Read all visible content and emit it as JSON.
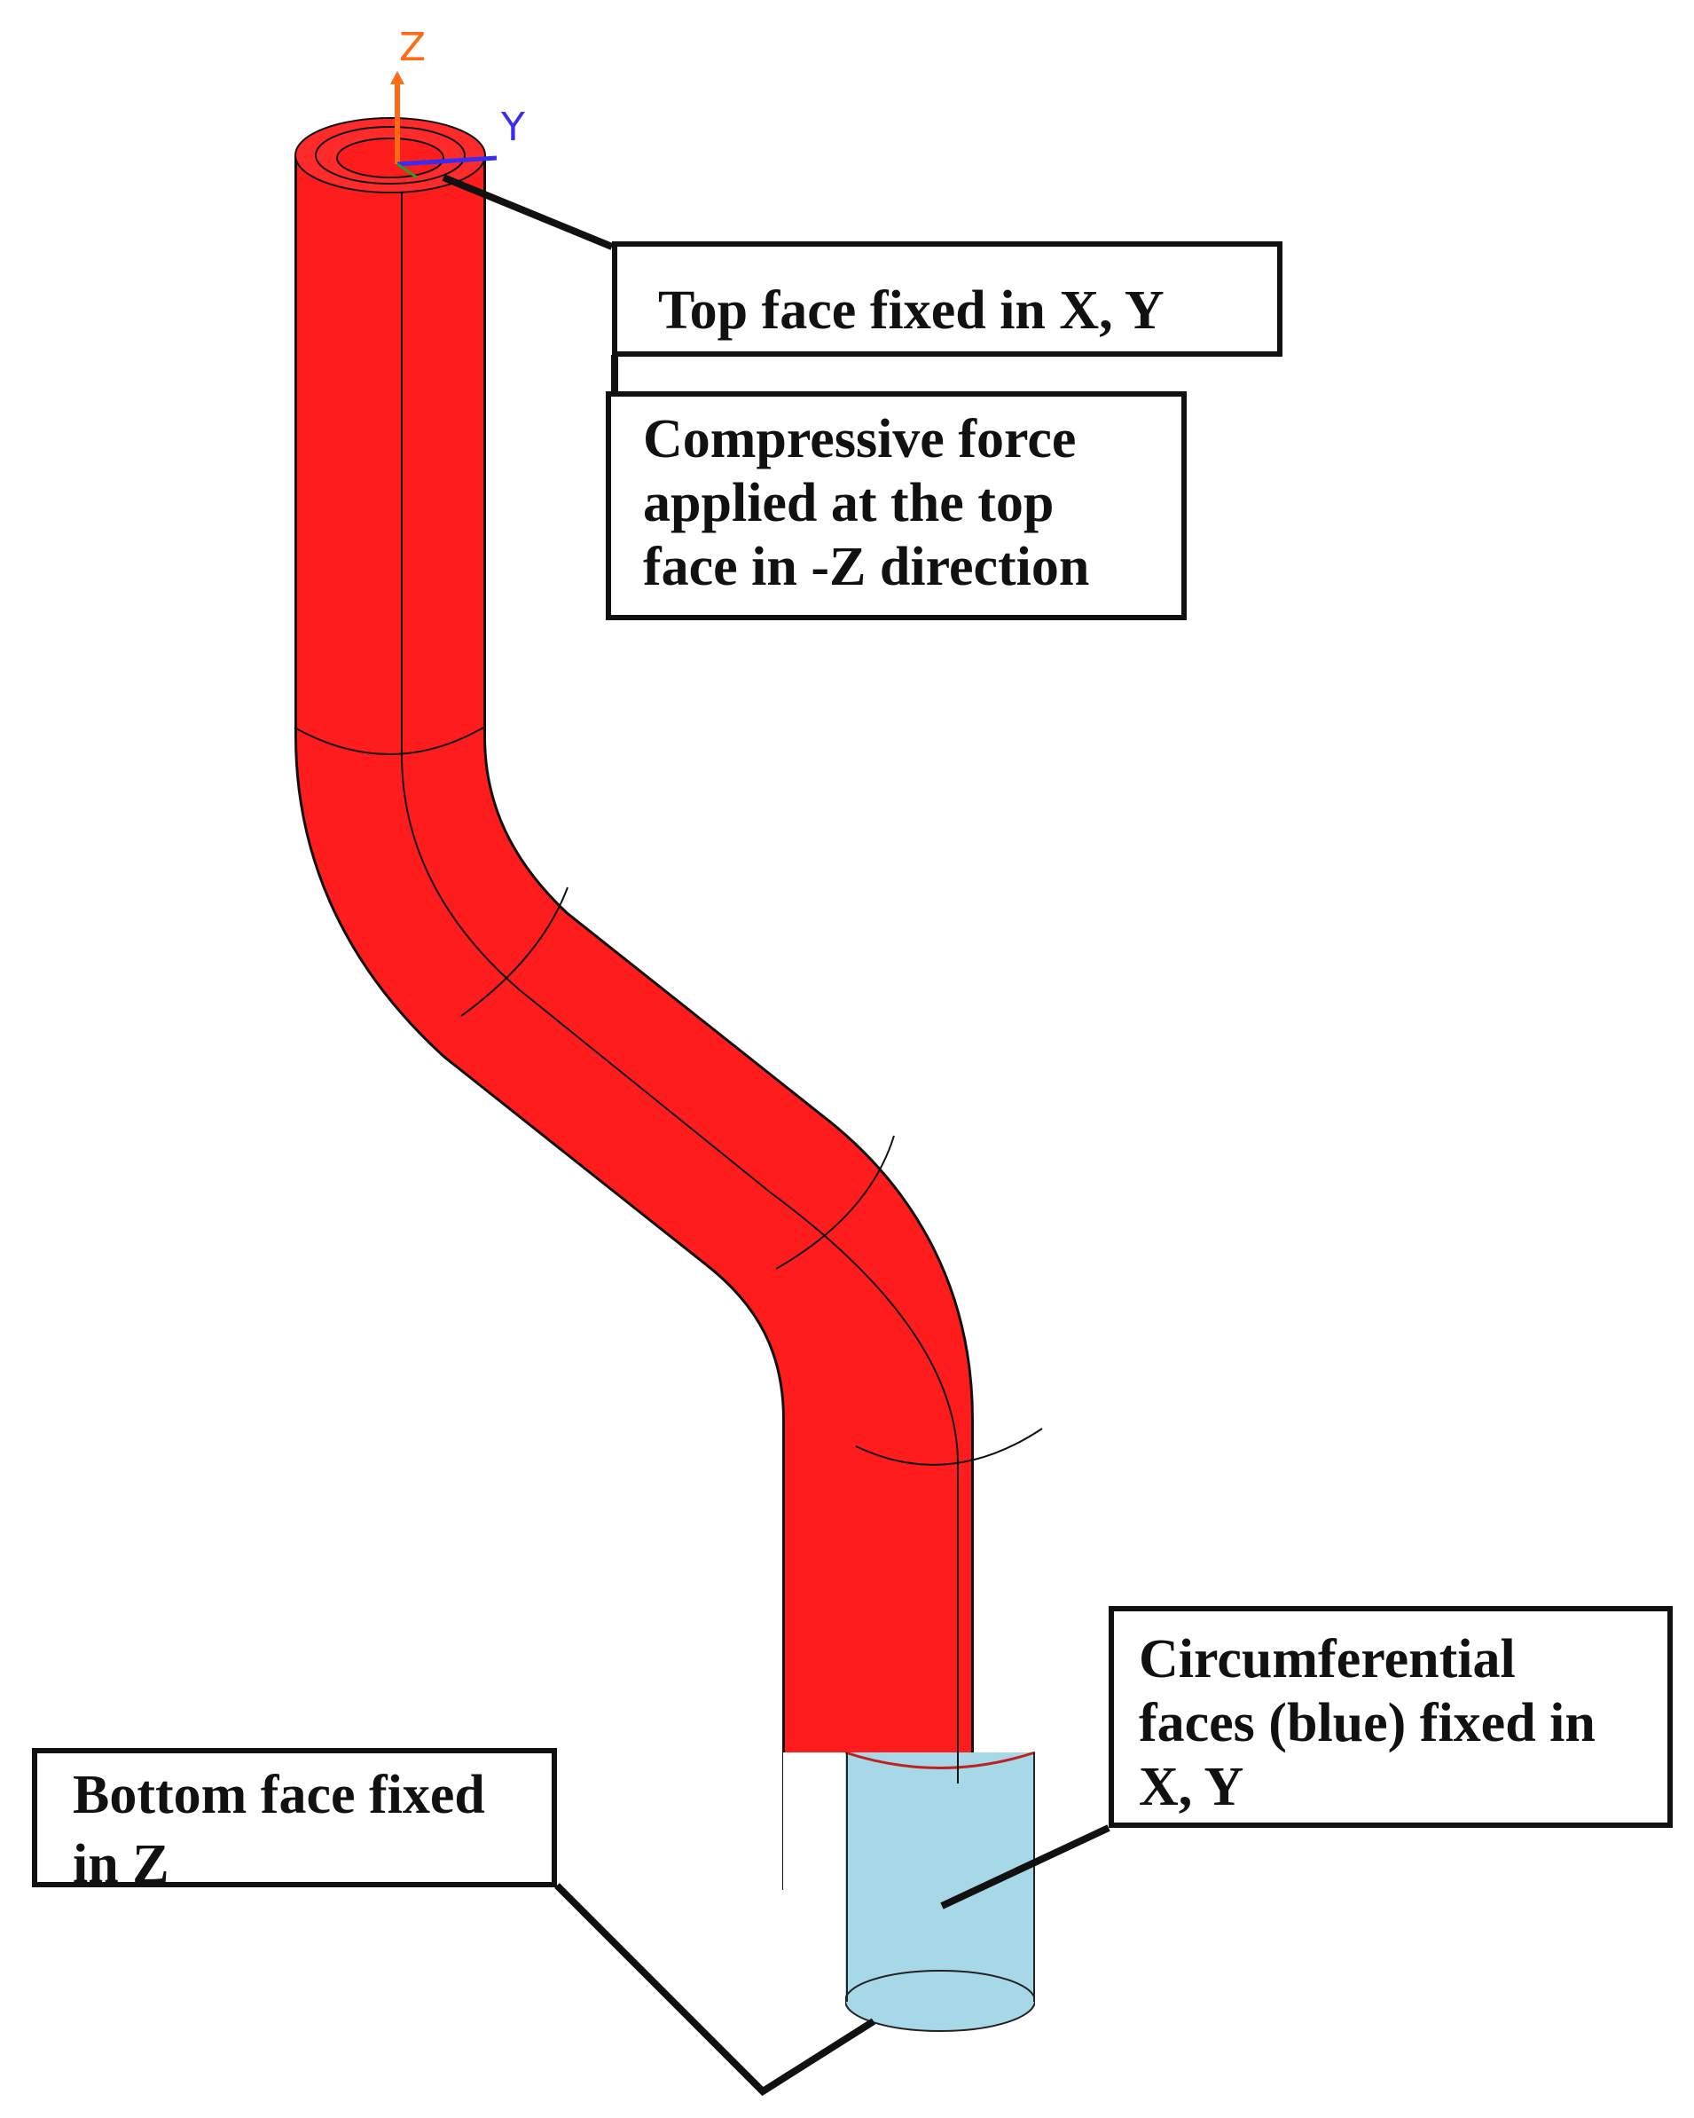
{
  "axes": {
    "z_label": "Z",
    "y_label": "Y",
    "z_color": "#ff6a13",
    "y_color": "#3a2df0"
  },
  "colors": {
    "pipe": "#ff1c1c",
    "fixed_faces": "#a6d8e8",
    "outline": "#111111"
  },
  "callouts": {
    "top_face": "Top face fixed in X, Y",
    "force": "Compressive force\napplied at the top\nface in -Z direction",
    "circumferential": "Circumferential\nfaces (blue) fixed in\nX, Y",
    "bottom": "Bottom face fixed\nin Z"
  }
}
